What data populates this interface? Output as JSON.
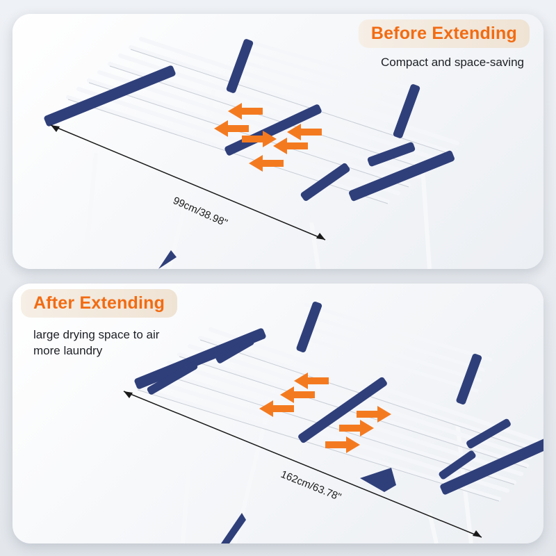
{
  "before": {
    "title": "Before Extending",
    "subtitle": "Compact and space-saving",
    "dimension": "99cm/38.98\""
  },
  "after": {
    "title": "After Extending",
    "subtitle": "large drying space to air more laundry",
    "dimension": "162cm/63.78\""
  },
  "colors": {
    "accent": "#f26b12",
    "frame_blue": "#2f3f7a",
    "rod_white": "#f4f6f9",
    "arrow_orange": "#f47a20"
  }
}
